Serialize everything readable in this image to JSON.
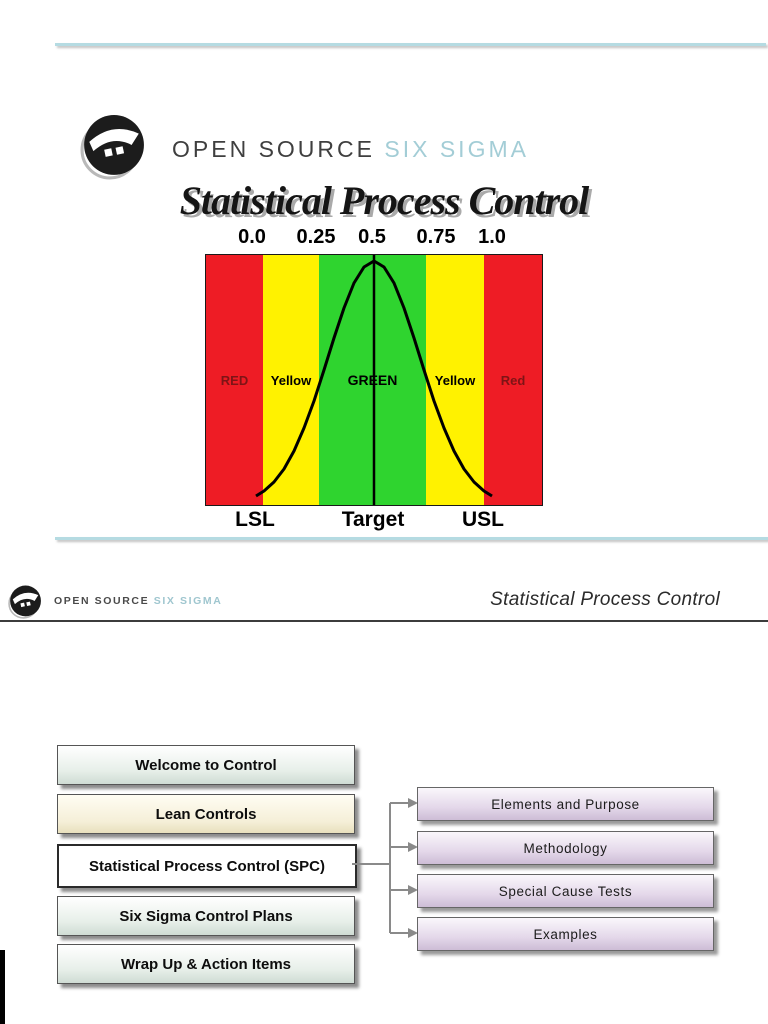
{
  "colors": {
    "accent_teal": "#b5dbe2",
    "zone_red": "#ee1c25",
    "zone_yellow": "#fff200",
    "zone_green": "#2fd42f",
    "submenu_lavender": "#cdbdd6"
  },
  "page1": {
    "brand": {
      "open_source": "OPEN SOURCE",
      "six_sigma": "SIX SIGMA"
    },
    "title": "Statistical Process Control",
    "chart": {
      "ticks": [
        "0.0",
        "0.25",
        "0.5",
        "0.75",
        "1.0"
      ],
      "zones": [
        {
          "label": "RED"
        },
        {
          "label": "Yellow"
        },
        {
          "label": "GREEN"
        },
        {
          "label": "Yellow"
        },
        {
          "label": "Red"
        }
      ],
      "lsl": "LSL",
      "target": "Target",
      "usl": "USL"
    }
  },
  "page2": {
    "brand": {
      "open_source": "OPEN SOURCE",
      "six_sigma": "SIX SIGMA"
    },
    "title": "Statistical Process Control",
    "menu": [
      {
        "label": "Welcome to Control"
      },
      {
        "label": "Lean Controls"
      },
      {
        "label": "Statistical Process Control (SPC)"
      },
      {
        "label": "Six Sigma Control Plans"
      },
      {
        "label": "Wrap Up & Action Items"
      }
    ],
    "submenu": [
      {
        "label": "Elements and Purpose"
      },
      {
        "label": "Methodology"
      },
      {
        "label": "Special Cause Tests"
      },
      {
        "label": "Examples"
      }
    ]
  }
}
